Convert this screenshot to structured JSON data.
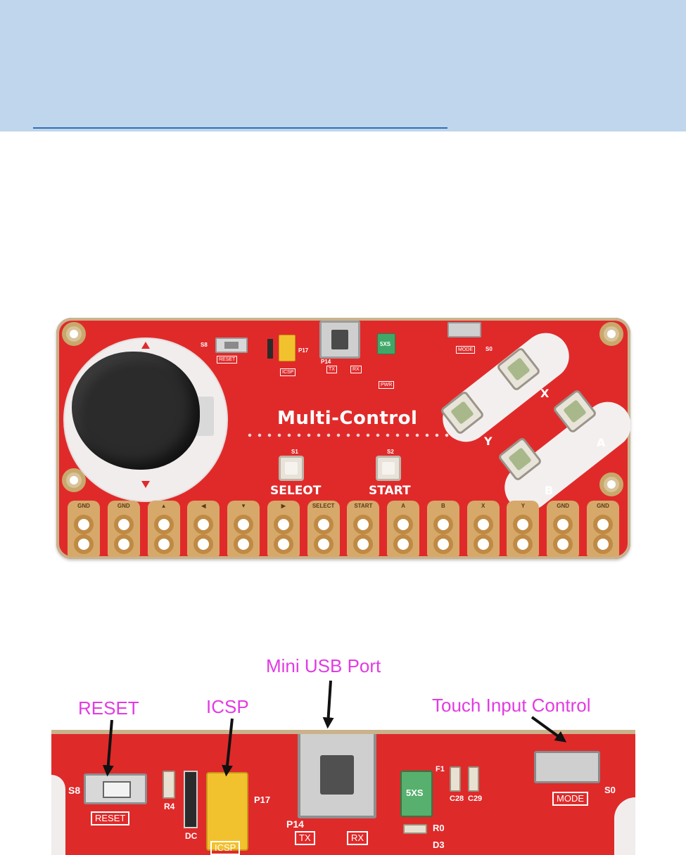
{
  "board_top": {
    "title": "Multi-Control",
    "buttons": {
      "select": {
        "code": "S1",
        "label": "SELEOT"
      },
      "start": {
        "code": "S2",
        "label": "START"
      }
    },
    "face_buttons": [
      "X",
      "Y",
      "A",
      "B"
    ],
    "silkscreen": {
      "reset": "RESET",
      "reset_code": "S8",
      "icsp": "ICSP",
      "icsp_code": "P17",
      "usb_code": "P14",
      "mode": "MODE",
      "mode_code": "S0",
      "fuse": "5XS",
      "tx": "TX",
      "rx": "RX",
      "pwr": "PWR"
    },
    "pins": [
      "GND",
      "GND",
      "▲",
      "◀",
      "▼",
      "▶",
      "SELECT",
      "START",
      "A",
      "B",
      "X",
      "Y",
      "GND",
      "GND"
    ]
  },
  "callouts": {
    "usb": "Mini USB Port",
    "reset": "RESET",
    "icsp": "ICSP",
    "touch": "Touch Input Control"
  },
  "board_zoom": {
    "reset": "RESET",
    "reset_code": "S8",
    "icsp": "ICSP",
    "icsp_code": "P17",
    "r4": "R4",
    "dc": "DC",
    "usb_code": "P14",
    "fuse": "5XS",
    "c28": "C28",
    "c29": "C29",
    "f1": "F1",
    "r0": "R0",
    "d3": "D3",
    "mode": "MODE",
    "mode_code": "S0",
    "tx": "TX",
    "rx": "RX"
  },
  "colors": {
    "header_band": "#bfd6ec",
    "header_rule": "#2f6fb7",
    "pcb_red": "#e02a2a",
    "callout_magenta": "#e23be2"
  }
}
